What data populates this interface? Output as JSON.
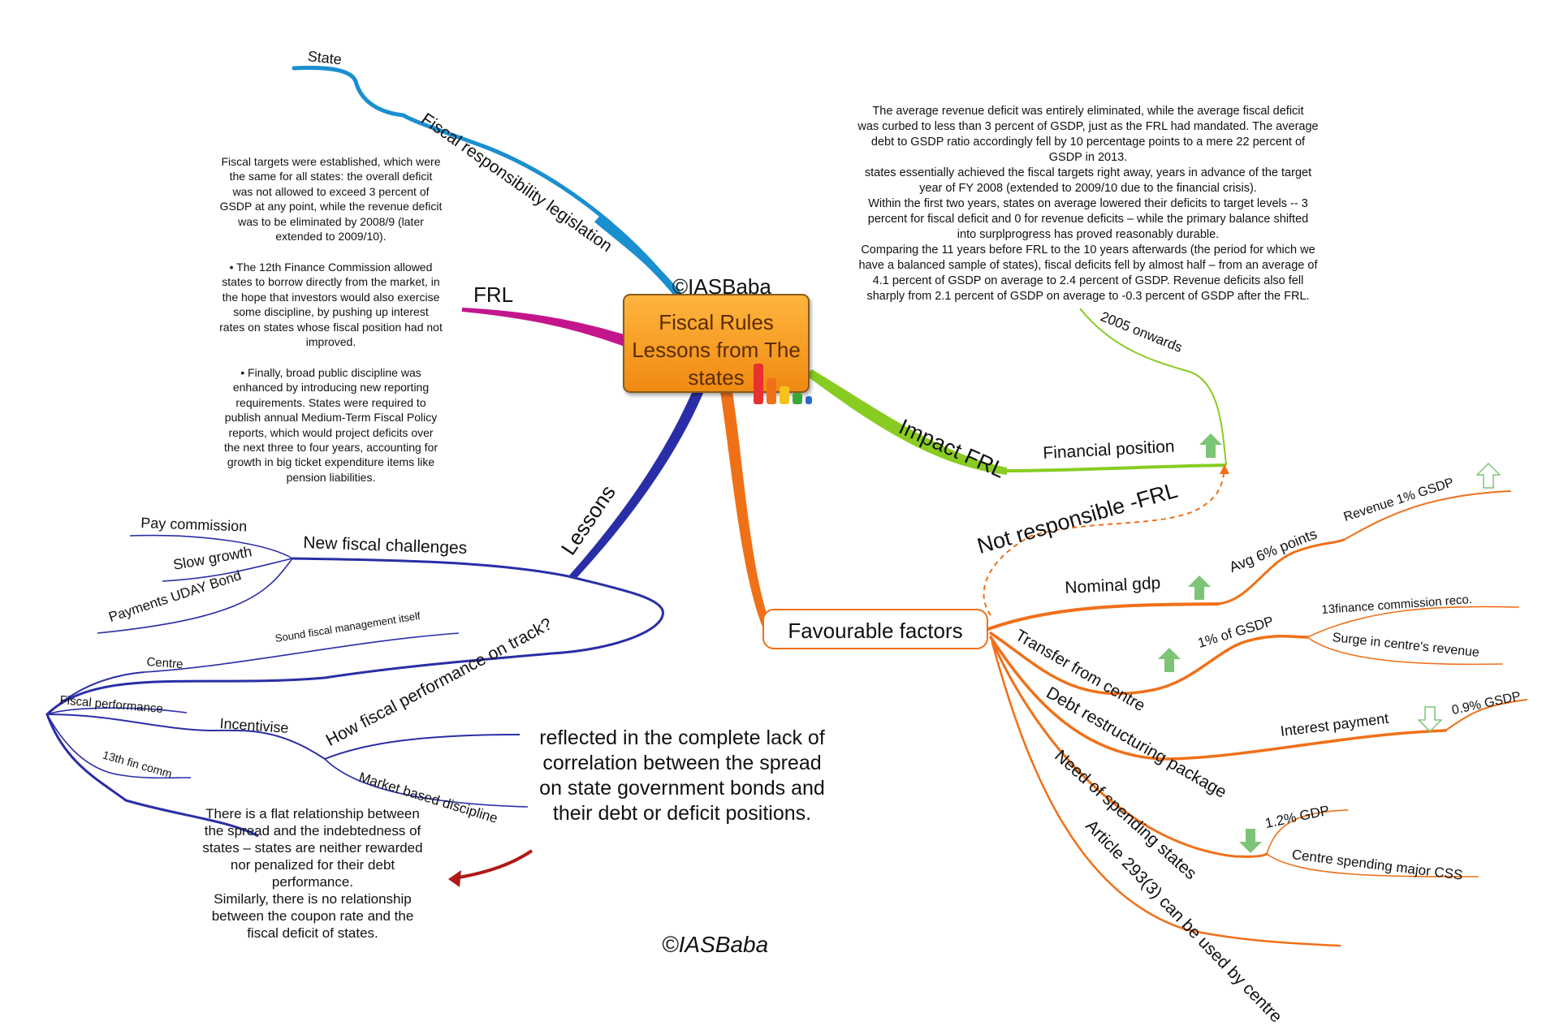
{
  "central": {
    "line1": "Fiscal Rules",
    "line2": "Lessons from The",
    "line3": "states"
  },
  "watermarks": {
    "top": "©IASBaba",
    "bottom": "©IASBaba"
  },
  "colors": {
    "blue": "#1a8fd0",
    "magenta": "#c4168c",
    "navy": "#2a2ea6",
    "orange": "#f07018",
    "green": "#88cc22",
    "arrow_green": "#7cc576",
    "dark_red": "#b01818"
  },
  "branches": {
    "fiscal_responsibility": {
      "label": "Fiscal responsibility legislation",
      "child_state": "State"
    },
    "frl": {
      "label": "FRL",
      "note_paragraphs": [
        "Fiscal targets were established, which were the same for all states: the overall deficit was not allowed to exceed 3 percent of GSDP at any point, while the revenue deficit was to be eliminated by 2008/9 (later extended to 2009/10).",
        "• The 12th Finance Commission allowed states to borrow directly from the market, in the hope that investors would also exercise some discipline, by pushing up interest rates on states whose fiscal position had not improved.",
        "• Finally, broad public discipline was enhanced by introducing new reporting requirements. States were required to publish annual Medium-Term Fiscal Policy reports, which would project deficits over the next three to four years, accounting for growth in big ticket expenditure items like pension liabilities."
      ]
    },
    "impact_frl": {
      "label": "Impact FRL",
      "financial_position": "Financial position",
      "onwards": "2005 onwards",
      "note_lines": [
        "The average revenue deficit was entirely eliminated, while the average fiscal deficit",
        "was curbed to less than 3 percent of GSDP, just as the FRL had mandated. The average",
        "debt to GSDP ratio accordingly fell by 10 percentage points to a mere 22 percent of",
        "GSDP in 2013.",
        "states essentially achieved the fiscal targets right away, years in advance of the target",
        "year of FY 2008 (extended to 2009/10 due to the financial crisis).",
        "Within the first two years, states on average lowered their deficits to target levels -- 3",
        "percent for fiscal deficit and 0 for revenue deficits – while the primary balance shifted",
        "into surplprogress has proved reasonably durable.",
        "Comparing the 11 years before FRL to the 10 years afterwards (the period for which we",
        "have a balanced sample of states), fiscal deficits fell by almost half – from an average of",
        "4.1 percent of GSDP on average to 2.4 percent of GSDP. Revenue deficits also fell",
        "sharply from 2.1 percent of GSDP on average to -0.3 percent of GSDP after the FRL."
      ]
    },
    "not_responsible": {
      "label": "Not responsible -FRL"
    },
    "favourable": {
      "label": "Favourable factors",
      "nominal_gdp": "Nominal gdp",
      "avg_points": "Avg 6% points",
      "revenue": "Revenue 1% GSDP",
      "transfer": "Transfer from centre",
      "one_pct_gsdp": "1% of GSDP",
      "finance_commission": "13finance commission reco.",
      "surge": "Surge in centre's revenue",
      "debt_restructuring": "Debt restructuring package",
      "interest_payment": "Interest payment",
      "interest_value": "0.9%  GSDP",
      "need_spending": "Need of spending states",
      "one_two_gdp": "1.2% GDP",
      "centre_spending": "Centre spending major CSS",
      "article": "Article 293(3) can be used by centre"
    },
    "lessons": {
      "label": "Lessons",
      "new_challenges": "New fiscal challenges",
      "pay_commission": "Pay commission",
      "slow_growth": "Slow growth",
      "uday": "Payments UDAY Bond",
      "how_fiscal": "How fiscal performance on track?",
      "centre": "Centre",
      "sound": "Sound fiscal management itself",
      "incentivise": "Incentivise",
      "fiscal_performance": "Fiscal performance",
      "thirteenth": "13th fin comm",
      "market_based": "Market based discipline"
    }
  },
  "notes": {
    "reflected": [
      "reflected in the complete lack of",
      "correlation between the spread",
      "on state government bonds and",
      "their debt or deficit positions."
    ],
    "flat": [
      "There is a flat relationship between",
      "the spread and the indebtedness of",
      "states – states are neither rewarded",
      "nor penalized for their debt",
      "performance.",
      "Similarly, there is no relationship",
      "between the coupon rate and the",
      "fiscal deficit of states."
    ]
  }
}
